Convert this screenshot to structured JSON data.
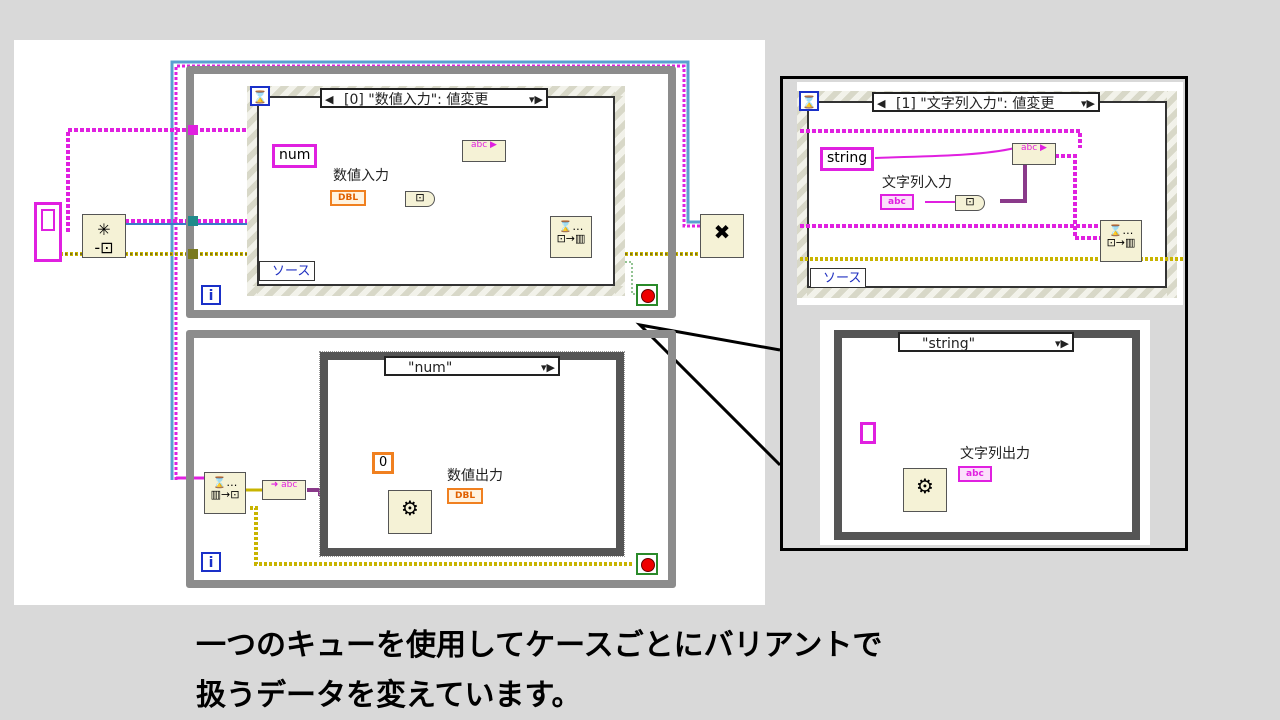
{
  "top_loop": {
    "event_case": "[0] \"数値入力\": 値変更",
    "const_num": "num",
    "control_label": "数値入力",
    "dbl_terminal": "DBL",
    "source_label": "ソース",
    "iteration_icon": "i"
  },
  "bottom_loop": {
    "case_selector": "\"num\"",
    "const_zero": "0",
    "indicator_label": "数値出力",
    "dbl_terminal": "DBL",
    "iteration_icon": "i"
  },
  "callout_top": {
    "event_case": "[1] \"文字列入力\": 値変更",
    "const_string": "string",
    "control_label": "文字列入力",
    "str_terminal": "abc",
    "source_label": "ソース"
  },
  "callout_bottom": {
    "case_selector": "\"string\"",
    "indicator_label": "文字列出力",
    "str_terminal": "abc"
  },
  "caption": {
    "line1": "一つのキューを使用してケースごとにバリアントで",
    "line2": "扱うデータを変えています。"
  },
  "colors": {
    "string_wire": "#e020e0",
    "refnum_wire": "#1f8a8a",
    "error_wire": "#c8b400",
    "loop_frame": "#8c8c8c"
  }
}
